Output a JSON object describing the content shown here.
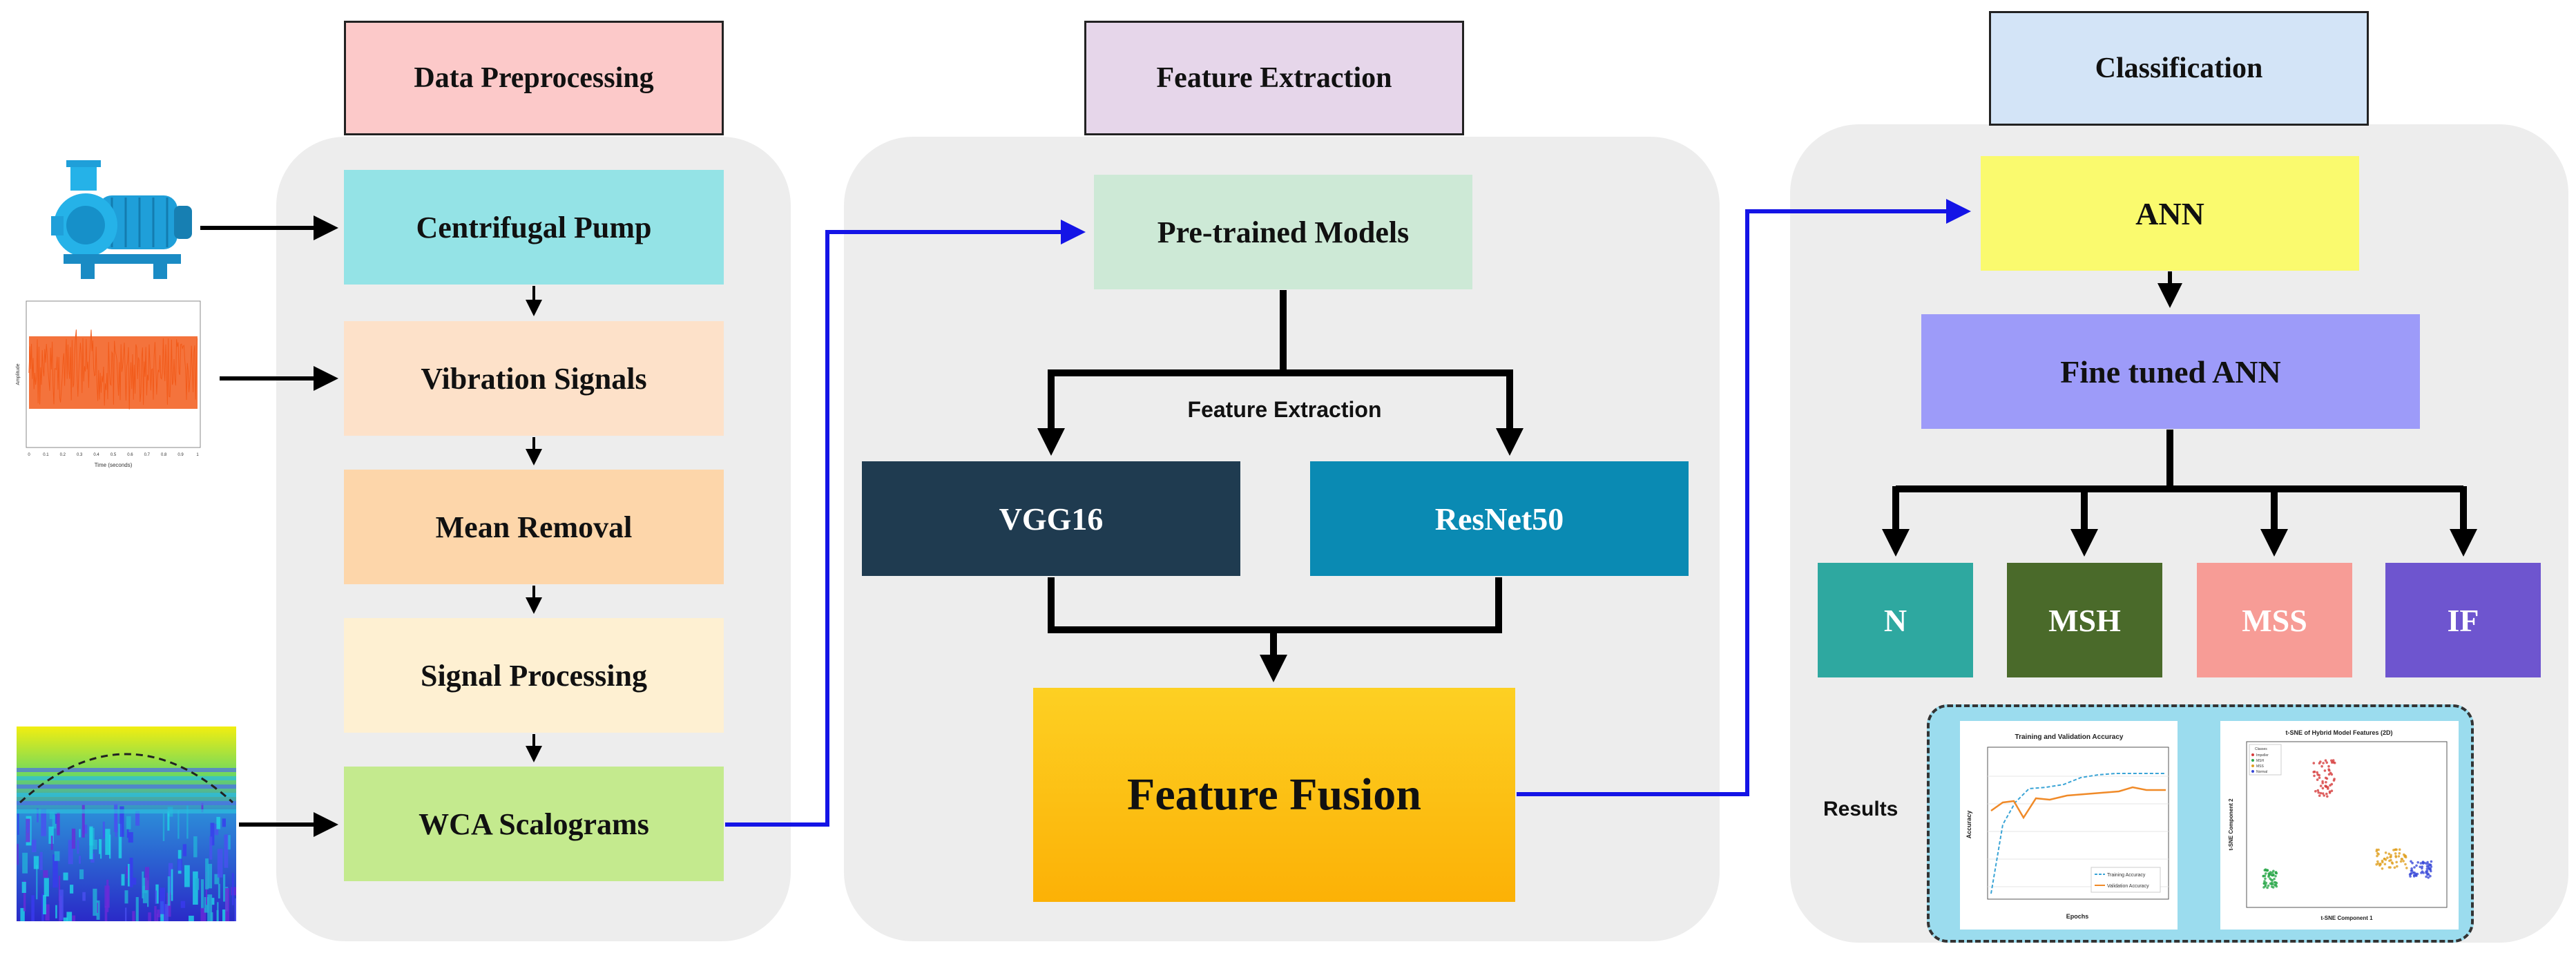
{
  "sections": {
    "preprocessing": {
      "title": "Data Preprocessing",
      "steps": [
        "Centrifugal Pump",
        "Vibration Signals",
        "Mean Removal",
        "Signal Processing",
        "WCA Scalograms"
      ]
    },
    "extraction": {
      "title": "Feature Extraction",
      "pretrained": "Pre-trained Models",
      "branch_label": "Feature Extraction",
      "model_a": "VGG16",
      "model_b": "ResNet50",
      "fusion": "Feature Fusion"
    },
    "classification": {
      "title": "Classification",
      "ann": "ANN",
      "fine_tuned": "Fine tuned ANN",
      "classes": [
        "N",
        "MSH",
        "MSS",
        "IF"
      ],
      "results_label": "Results"
    }
  },
  "thumbnails": {
    "signal_plot": {
      "ylabel": "Amplitude",
      "xlabel": "Time (seconds)",
      "x_ticks": [
        "0",
        "0.1",
        "0.2",
        "0.3",
        "0.4",
        "0.5",
        "0.6",
        "0.7",
        "0.8",
        "0.9",
        "1"
      ]
    },
    "accuracy_plot": {
      "title": "Training and Validation Accuracy",
      "xlabel": "Epochs",
      "ylabel": "Accuracy",
      "legend": [
        "Training Accuracy",
        "Validation Accuracy"
      ]
    },
    "tsne_plot": {
      "title": "t-SNE of Hybrid Model Features (2D)",
      "xlabel": "t-SNE Component 1",
      "ylabel": "t-SNE Component 2",
      "legend": [
        "Classes",
        "Impeller",
        "MSH",
        "MSS",
        "Normal"
      ]
    }
  },
  "colors": {
    "panel": "#ededed",
    "hdr_preprocessing": "#fcc9c9",
    "hdr_extraction": "#e6d6ea",
    "hdr_classification": "#d3e4f7",
    "pump_step": "#94e3e6",
    "vibration_step": "#fde1c9",
    "mean_step": "#fdd6aa",
    "signal_step": "#fef0d2",
    "wca_step": "#c4ea8e",
    "pretrained": "#cde9d6",
    "vgg": "#1f3b50",
    "resnet": "#0a8ab3",
    "ann": "#fafa6e",
    "fine_tuned": "#9d9bf9",
    "class_n": "#2ea8a0",
    "class_msh": "#4a6a2a",
    "class_mss": "#f79c96",
    "class_if": "#6e55cf",
    "blue_arrow": "#1414e6",
    "results_bg": "#9bdcee"
  }
}
